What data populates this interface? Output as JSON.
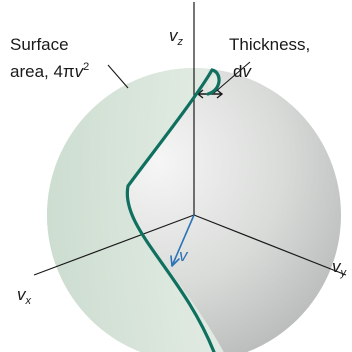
{
  "labels": {
    "surface_area_line1": "Surface",
    "surface_area_line2_prefix": "area, 4π",
    "surface_area_var": "v",
    "surface_area_exp": "2",
    "thickness_line1": "Thickness,",
    "thickness_line2_prefix": "d",
    "thickness_var": "v",
    "axis_z_var": "v",
    "axis_z_sub": "z",
    "axis_x_var": "v",
    "axis_x_sub": "x",
    "axis_y_var": "v",
    "axis_y_sub": "y",
    "radius_var": "v"
  },
  "colors": {
    "sphere_light": "#f4f5f4",
    "sphere_dark": "#b7bab8",
    "shell_band": "#d5e3d7",
    "curve": "#0f7060",
    "radius_vector": "#2d73b5",
    "axis": "#1a1a1a"
  }
}
